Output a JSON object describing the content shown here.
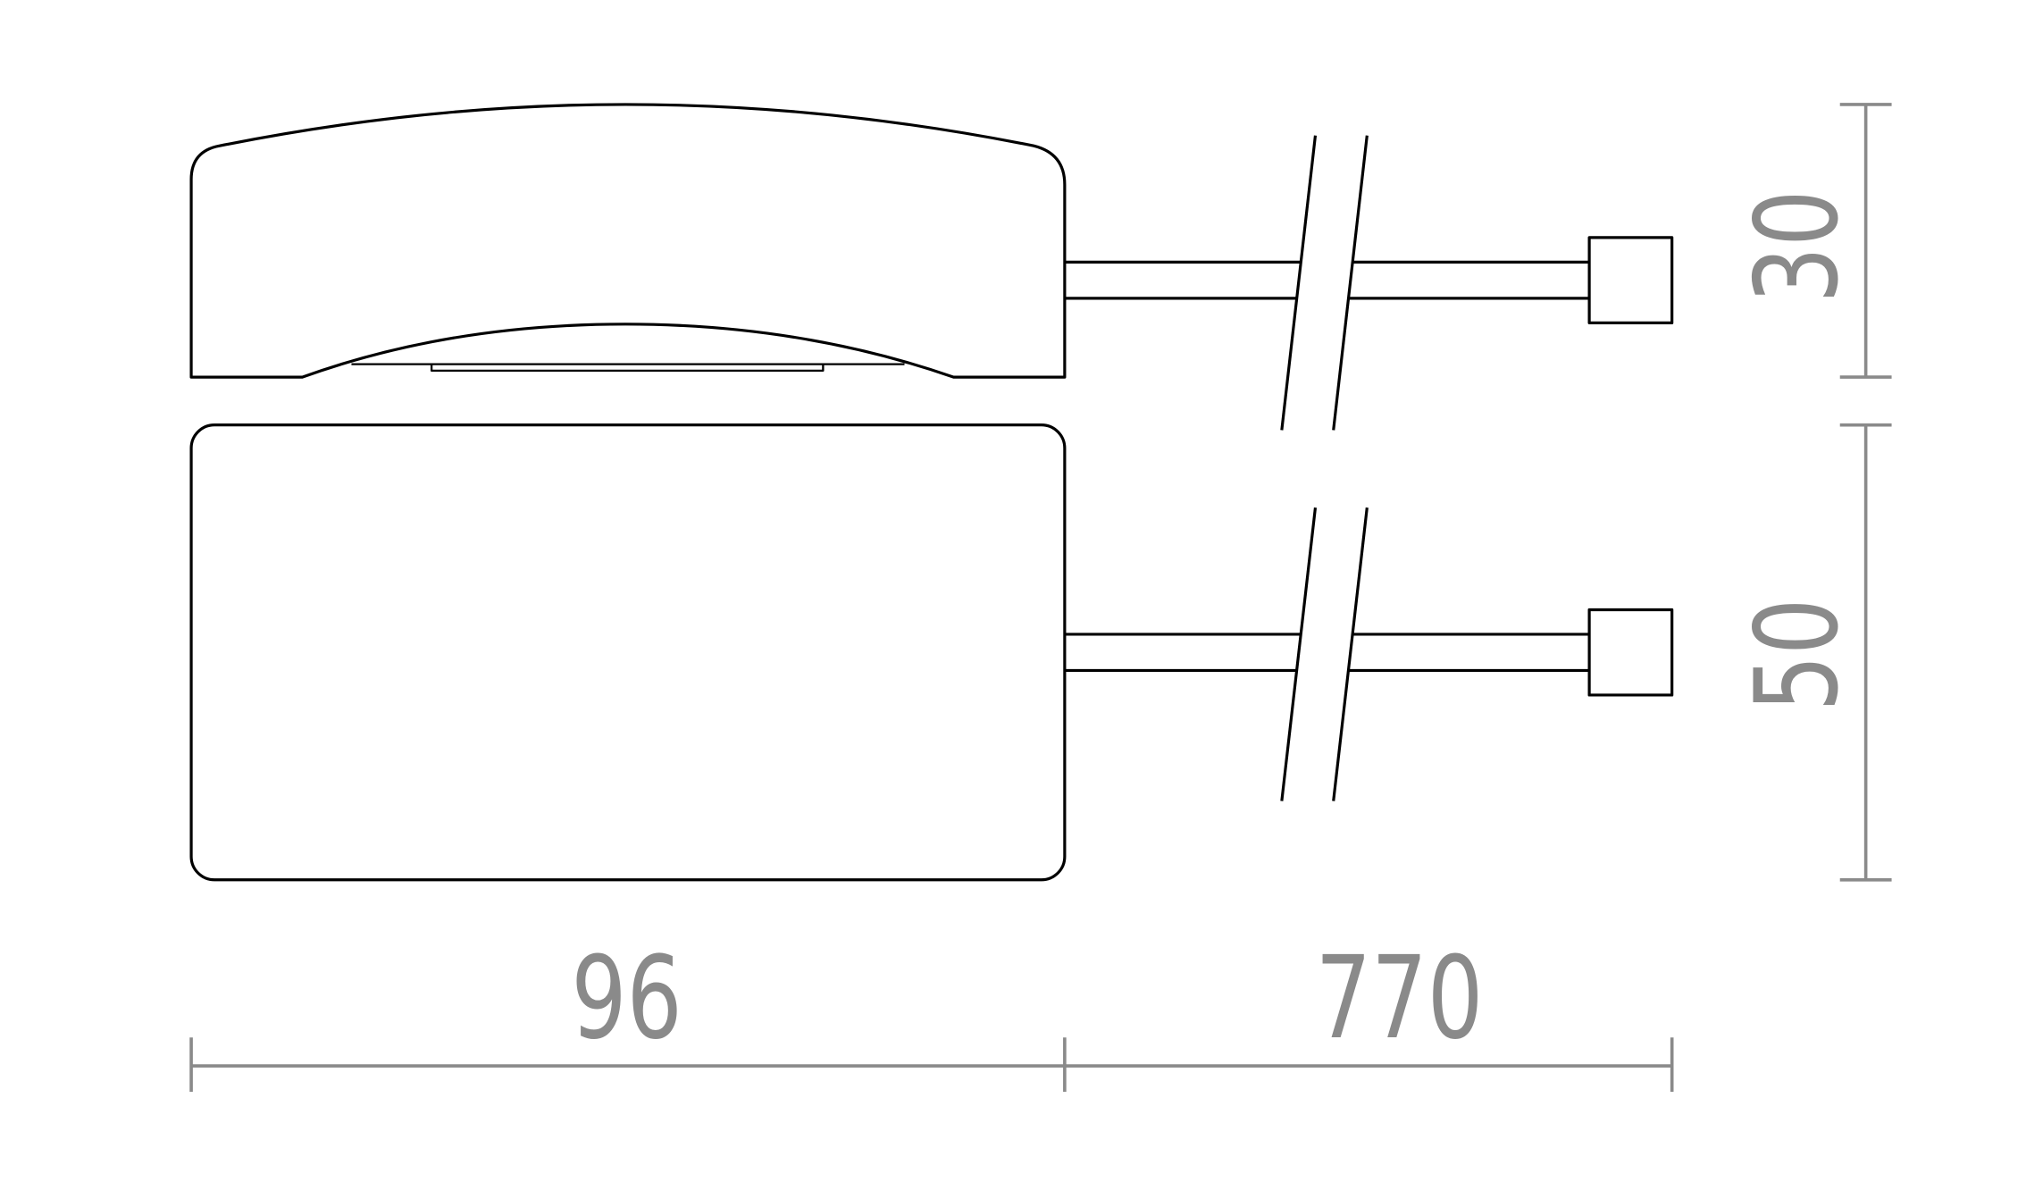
{
  "drawing": {
    "title": "Product dimension drawing",
    "views": [
      "side-view",
      "front-view"
    ],
    "line_color": "#000000",
    "dimension_color": "#8a8a8a"
  },
  "dimensions": {
    "width": "96",
    "cable_length": "770",
    "side_height": "30",
    "front_height": "50"
  }
}
